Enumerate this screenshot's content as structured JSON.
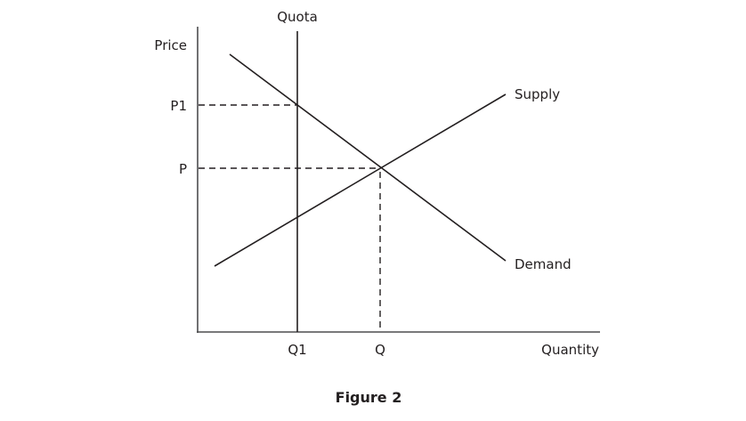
{
  "figure": {
    "caption": "Figure 2"
  },
  "chart_data": {
    "type": "line",
    "title": "",
    "caption": "Figure 2",
    "xlabel": "Quantity",
    "ylabel": "Price",
    "x_ticks": [
      "Q1",
      "Q"
    ],
    "y_ticks": [
      "P1",
      "P"
    ],
    "grid": false,
    "legend": "none (curves labeled directly)",
    "series": [
      {
        "name": "Demand",
        "points": [
          [
            0.8,
            8.8
          ],
          [
            7.9,
            2.0
          ]
        ],
        "slope": "downward"
      },
      {
        "name": "Supply",
        "points": [
          [
            0.4,
            1.8
          ],
          [
            7.9,
            7.5
          ]
        ],
        "slope": "upward"
      },
      {
        "name": "Quota",
        "type": "vertical",
        "x": "Q1"
      }
    ],
    "annotations": [
      {
        "label": "P1",
        "description": "price at quota quantity Q1 on demand curve (dashed line to y-axis)"
      },
      {
        "label": "P",
        "description": "equilibrium price at supply-demand intersection (dashed line to y-axis)"
      },
      {
        "label": "Q",
        "description": "equilibrium quantity (dashed line to x-axis)"
      }
    ]
  },
  "labels": {
    "price": "Price",
    "quantity": "Quantity",
    "quota": "Quota",
    "p1": "P1",
    "p": "P",
    "q1": "Q1",
    "q": "Q",
    "supply": "Supply",
    "demand": "Demand"
  },
  "colors": {
    "line": "#231f20",
    "axis": "#4d4d4f"
  }
}
